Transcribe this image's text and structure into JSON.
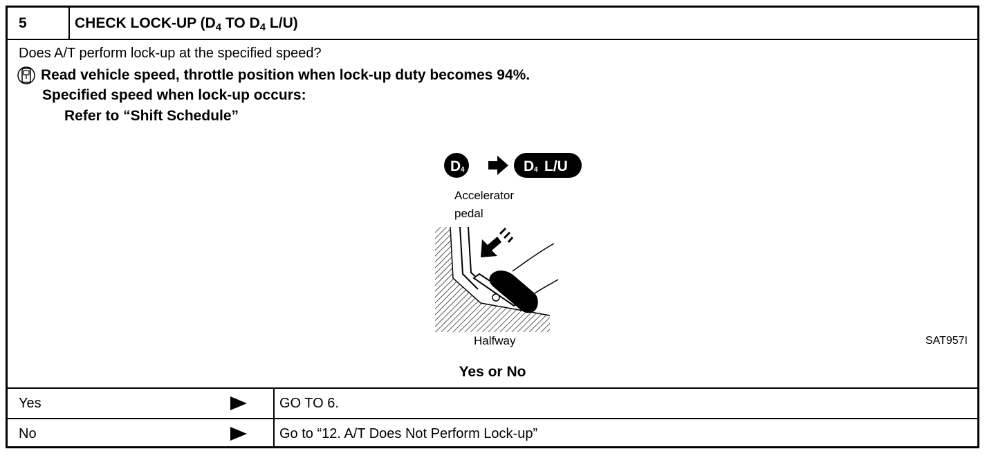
{
  "header": {
    "step_number": "5",
    "title_main": "CHECK LOCK-UP (D",
    "title_sub1": "4",
    "title_mid": " TO D",
    "title_sub2": "4",
    "title_end": " L/U)"
  },
  "body": {
    "question": "Does A/T perform lock-up at the specified speed?",
    "instruction": "Read vehicle speed, throttle position when lock-up duty becomes 94%.",
    "spec_label": "Specified speed when lock-up occurs:",
    "refer": "Refer to “Shift Schedule”"
  },
  "figure": {
    "badge_from": "D",
    "badge_from_sub": "4",
    "badge_to": "D",
    "badge_to_sub": "4",
    "badge_to_suffix": "L/U",
    "pedal_label_line1": "Accelerator",
    "pedal_label_line2": "pedal",
    "position_label": "Halfway",
    "figure_code": "SAT957I"
  },
  "prompt": "Yes or No",
  "answers": [
    {
      "answer": "Yes",
      "result": "GO TO 6."
    },
    {
      "answer": "No",
      "result": "Go to “12. A/T Does Not Perform Lock-up”"
    }
  ],
  "icons": {
    "consult": "consult-tool-icon",
    "shift_arrow": "right-arrow-icon",
    "answer_arrow": "play-triangle-icon"
  }
}
